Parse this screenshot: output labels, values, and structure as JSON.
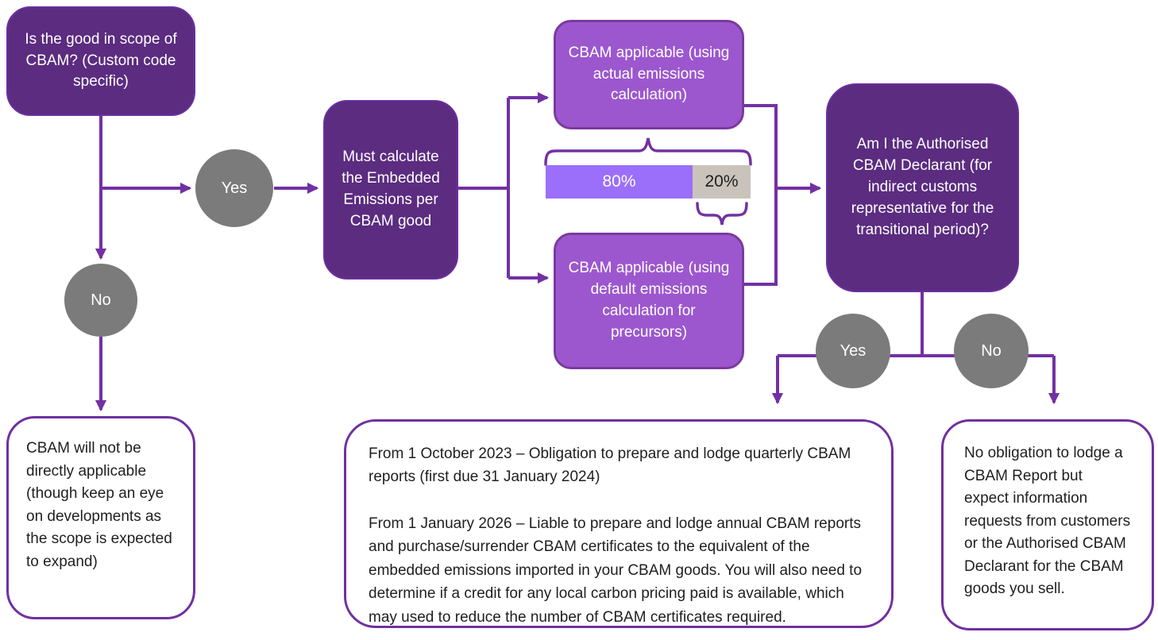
{
  "nodes": {
    "scope_question": {
      "label": "Is the good in scope of CBAM? (Custom code specific)"
    },
    "yes1": {
      "label": "Yes"
    },
    "no1": {
      "label": "No"
    },
    "must_calculate": {
      "label": "Must calculate the Embedded Emissions per CBAM good"
    },
    "actual_emissions": {
      "label": "CBAM applicable (using actual emissions calculation)"
    },
    "default_emissions": {
      "label": "CBAM applicable (using default emissions calculation for precursors)"
    },
    "declarant_question": {
      "label": "Am I the Authorised CBAM Declarant (for indirect customs representative for the transitional period)?"
    },
    "yes2": {
      "label": "Yes"
    },
    "no2": {
      "label": "No"
    },
    "not_applicable": {
      "label": "CBAM will not be directly applicable (though keep an eye on developments as the scope is expected to expand)"
    },
    "obligations": {
      "paragraph1": "From 1 October 2023 – Obligation to prepare and lodge quarterly CBAM reports (first due 31 January 2024)",
      "paragraph2": "From 1 January 2026 – Liable to prepare and lodge annual CBAM reports and purchase/surrender CBAM certificates to the equivalent of the embedded emissions imported in your CBAM goods. You will also need to determine if a credit for any local carbon pricing paid is available, which may used to reduce the number of CBAM certificates required."
    },
    "no_obligation": {
      "label": "No obligation to lodge a CBAM Report but expect information requests from customers or the Authorised CBAM Declarant for the CBAM goods you sell."
    }
  },
  "split_bar": {
    "segments": [
      {
        "label": "80%",
        "value": 80,
        "color": "#9B6FFA",
        "text_color": "#FFFFFF"
      },
      {
        "label": "20%",
        "value": 20,
        "color": "#CAC3BC",
        "text_color": "#1F1F1F"
      }
    ]
  },
  "colors": {
    "dark_purple_fill": "#5B2C80",
    "dark_purple_border": "#6B2EA0",
    "medium_purple_fill": "#9C57CE",
    "medium_purple_border": "#7B3A9E",
    "bar_purple": "#9B6FFA",
    "bar_beige": "#CAC3BC",
    "gray_circle": "#7B7B7B",
    "connector_purple": "#7231A3",
    "outcome_border_purple": "#7030A0",
    "text_dark": "#1F1F1F",
    "text_white": "#FFFFFF"
  }
}
